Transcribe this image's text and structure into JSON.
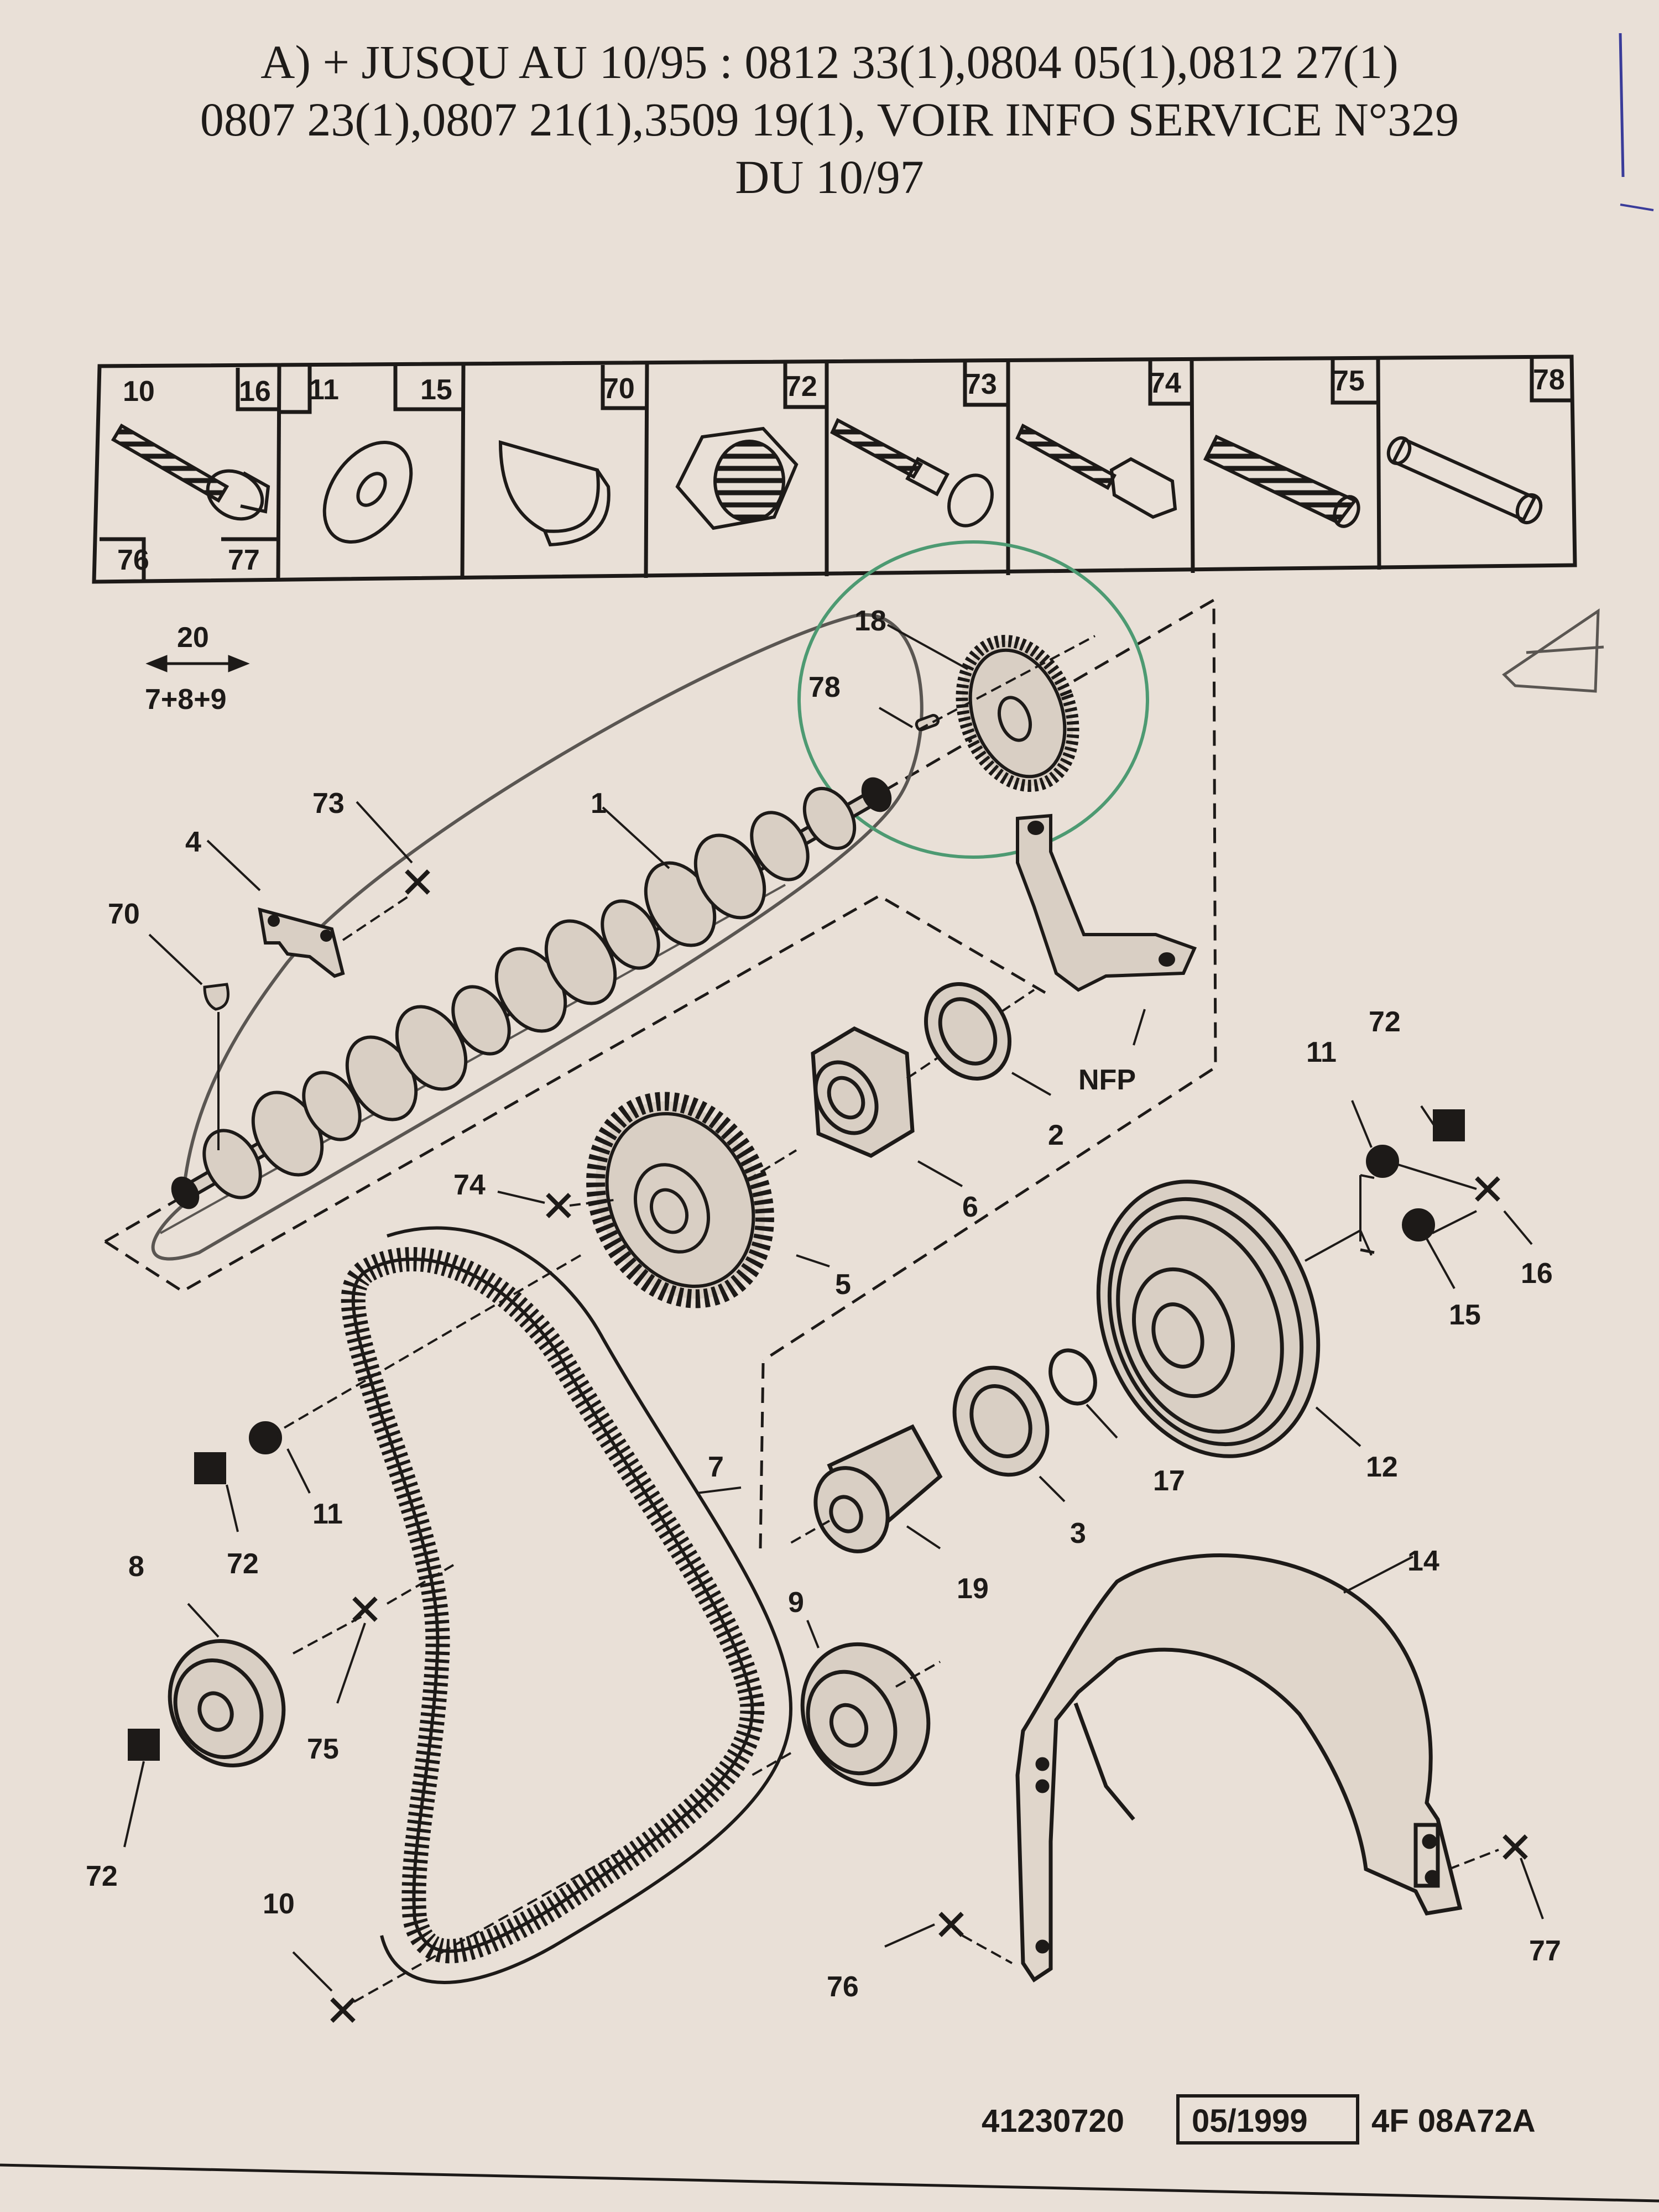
{
  "header": {
    "line1": "A) + JUSQU AU 10/95 : 0812 33(1),0804 05(1),0812 27(1)",
    "line2": "0807 23(1),0807 21(1),3509 19(1), VOIR INFO SERVICE N°329",
    "line3": "DU 10/97"
  },
  "legend_cells": [
    {
      "nums": [
        "10",
        "16",
        "76",
        "77"
      ],
      "icon": "flange-bolt-icon"
    },
    {
      "nums": [
        "11",
        "15"
      ],
      "icon": "washer-icon"
    },
    {
      "nums": [
        "70"
      ],
      "icon": "woodruff-key-icon"
    },
    {
      "nums": [
        "72"
      ],
      "icon": "hex-nut-icon"
    },
    {
      "nums": [
        "73"
      ],
      "icon": "shoulder-bolt-icon"
    },
    {
      "nums": [
        "74"
      ],
      "icon": "hex-bolt-icon"
    },
    {
      "nums": [
        "75"
      ],
      "icon": "stud-icon"
    },
    {
      "nums": [
        "78"
      ],
      "icon": "dowel-pin-icon"
    }
  ],
  "dimension": {
    "top": "20",
    "bottom": "7+8+9"
  },
  "callouts": {
    "c1": "1",
    "c2": "2",
    "c3": "3",
    "c4": "4",
    "c5": "5",
    "c6": "6",
    "c7": "7",
    "c8": "8",
    "c9": "9",
    "c10": "10",
    "c11a": "11",
    "c11b": "11",
    "c12": "12",
    "c14": "14",
    "c15": "15",
    "c16": "16",
    "c17": "17",
    "c18": "18",
    "c19": "19",
    "c70": "70",
    "c72a": "72",
    "c72b": "72",
    "c72c": "72",
    "c73": "73",
    "c74": "74",
    "c75": "75",
    "c76": "76",
    "c77": "77",
    "c78": "78",
    "nfp": "NFP"
  },
  "footer": {
    "ref": "41230720",
    "date": "05/1999",
    "code": "4F 08A72A"
  },
  "colors": {
    "paper": "#e9e0d7",
    "ink": "#1d1a18",
    "pencil": "#5a5652",
    "green_marker": "#4d9a72",
    "blue_pen": "#3a3c9a"
  }
}
